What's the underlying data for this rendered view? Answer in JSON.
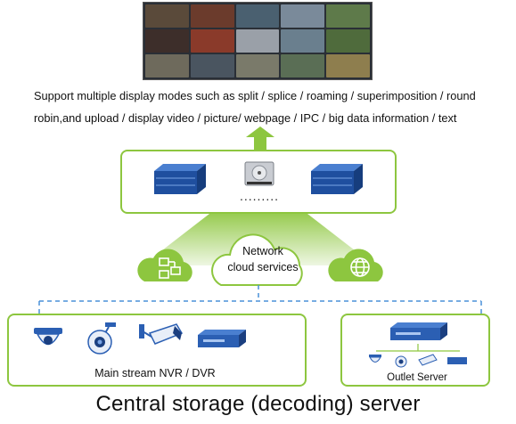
{
  "caption": {
    "line1": "Support multiple display modes such as split / splice / roaming / superimposition / round",
    "line2": "robin,and upload / display video / picture/ webpage / IPC / big data information / text"
  },
  "storage": {
    "dots": "........."
  },
  "cloud": {
    "line1": "Network",
    "line2": "cloud services"
  },
  "devices": {
    "left_label": "Main stream NVR / DVR",
    "right_label": "Outlet Server"
  },
  "footer": {
    "title": "Central storage (decoding) server"
  },
  "colors": {
    "accent_green": "#8dc63f",
    "device_blue": "#2b5fb3",
    "dash_blue": "#4a90d9"
  }
}
